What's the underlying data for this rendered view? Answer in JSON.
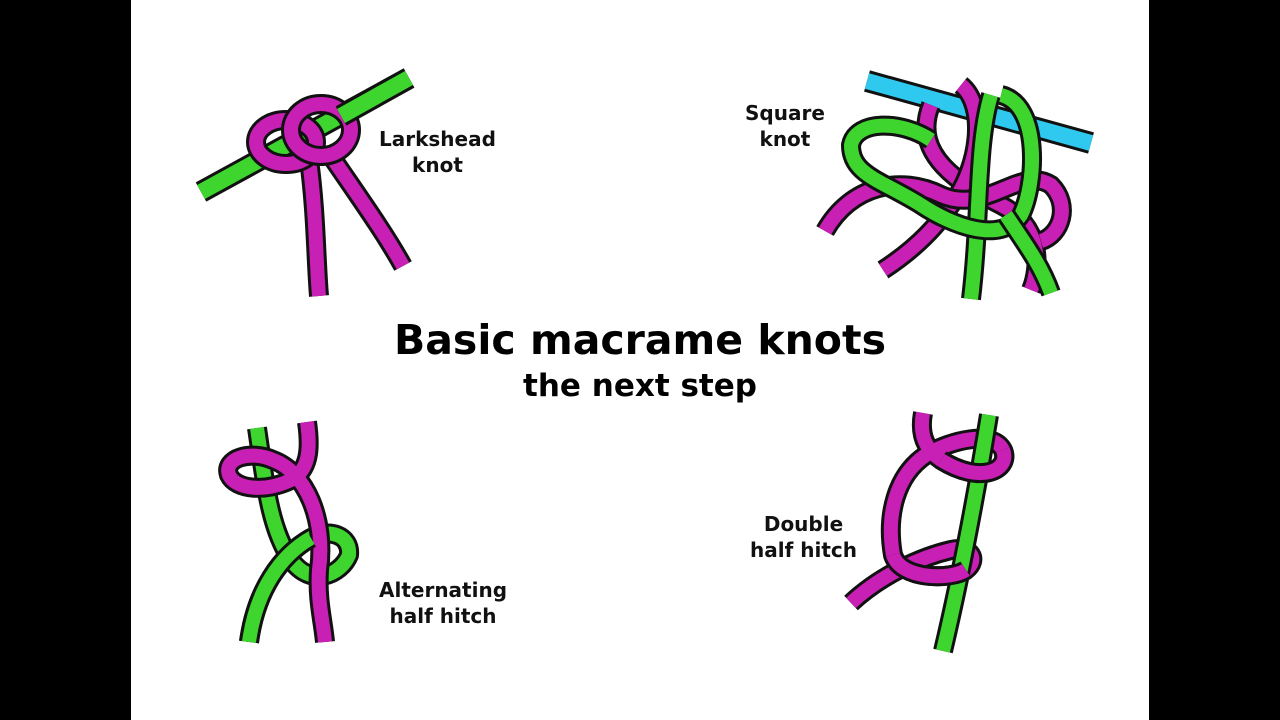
{
  "title": "Basic macrame knots",
  "subtitle": "the next step",
  "knots": {
    "larkshead": {
      "line1": "Larkshead",
      "line2": "knot"
    },
    "square": {
      "line1": "Square",
      "line2": "knot"
    },
    "alternating": {
      "line1": "Alternating",
      "line2": "half hitch"
    },
    "double": {
      "line1": "Double",
      "line2": "half hitch"
    }
  },
  "colors": {
    "cord_pink": "#c81fb5",
    "cord_green": "#3ed62e",
    "bar_blue": "#2fc8ee",
    "outline": "#111111",
    "background": "#ffffff",
    "letterbox": "#000000"
  }
}
